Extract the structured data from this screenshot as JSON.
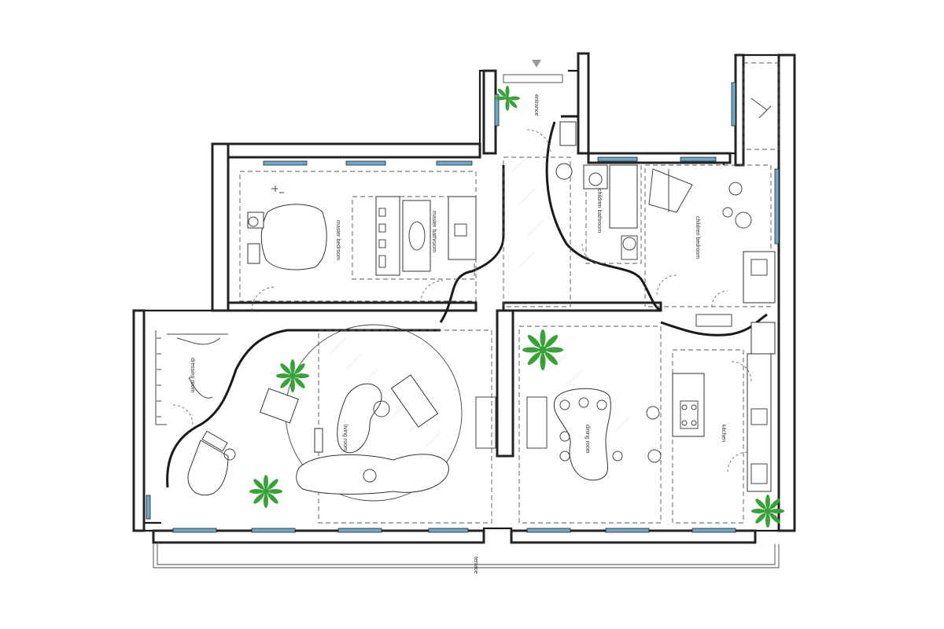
{
  "rooms": {
    "entrance": "entrance",
    "master_bedroom": "master bedroom",
    "master_bathroom": "master bathroom",
    "children_bathroom": "children bathroom",
    "children_bedroom": "children bedroom",
    "dressing_room": "dressing room",
    "living_room": "living room",
    "dining_room": "dining room",
    "kitchen": "kitchen",
    "terrace": "terrace"
  },
  "colors": {
    "wall": "#222222",
    "window": "#6fa8c9",
    "plant": "#3aa13a"
  }
}
